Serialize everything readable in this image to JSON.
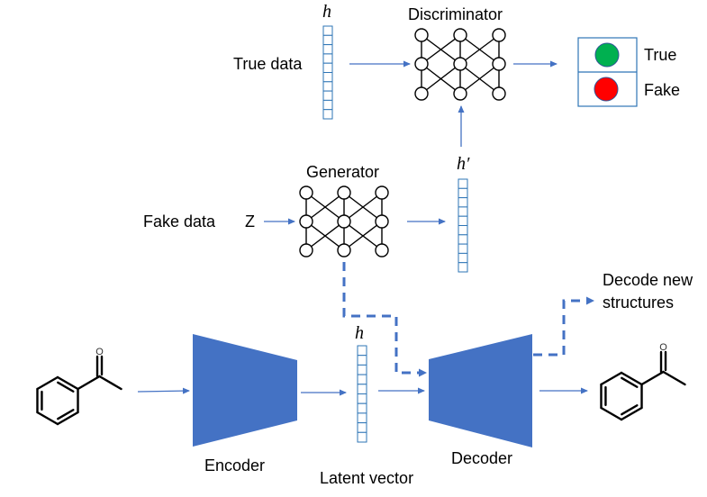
{
  "title": "GAN-based latent space molecule generation with autoencoder",
  "colors": {
    "accent_blue": "#4472c4",
    "vector_stroke": "#2e75b6",
    "true_green": "#00b050",
    "fake_red": "#ff0000"
  },
  "discriminator": {
    "label": "Discriminator",
    "input_label": "True data",
    "true_vector_symbol": "h",
    "output": {
      "true_label": "True",
      "fake_label": "Fake"
    }
  },
  "generator": {
    "label": "Generator",
    "input_label": "Fake data",
    "noise_symbol": "Z",
    "fake_vector_symbol": "h′"
  },
  "autoencoder": {
    "encoder_label": "Encoder",
    "decoder_label": "Decoder",
    "latent_symbol": "h",
    "latent_label": "Latent vector",
    "decode_new_label_line1": "Decode new",
    "decode_new_label_line2": "structures",
    "input_molecule": "acetophenone",
    "output_molecule": "acetophenone",
    "atom_label": "O"
  },
  "vector_cells": 10
}
